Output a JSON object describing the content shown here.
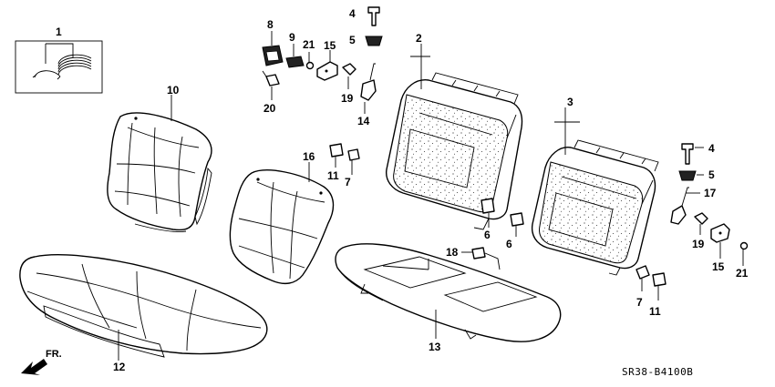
{
  "diagram_code": "SR38-B4100B",
  "direction_label": "FR.",
  "callouts": {
    "c1": "1",
    "c2": "2",
    "c3": "3",
    "c4a": "4",
    "c4b": "4",
    "c5a": "5",
    "c5b": "5",
    "c6a": "6",
    "c6b": "6",
    "c7a": "7",
    "c7b": "7",
    "c8": "8",
    "c9": "9",
    "c10": "10",
    "c11a": "11",
    "c11b": "11",
    "c12": "12",
    "c13": "13",
    "c14": "14",
    "c15a": "15",
    "c15b": "15",
    "c16": "16",
    "c17": "17",
    "c18": "18",
    "c19a": "19",
    "c19b": "19",
    "c20": "20",
    "c21a": "21",
    "c21b": "21"
  }
}
